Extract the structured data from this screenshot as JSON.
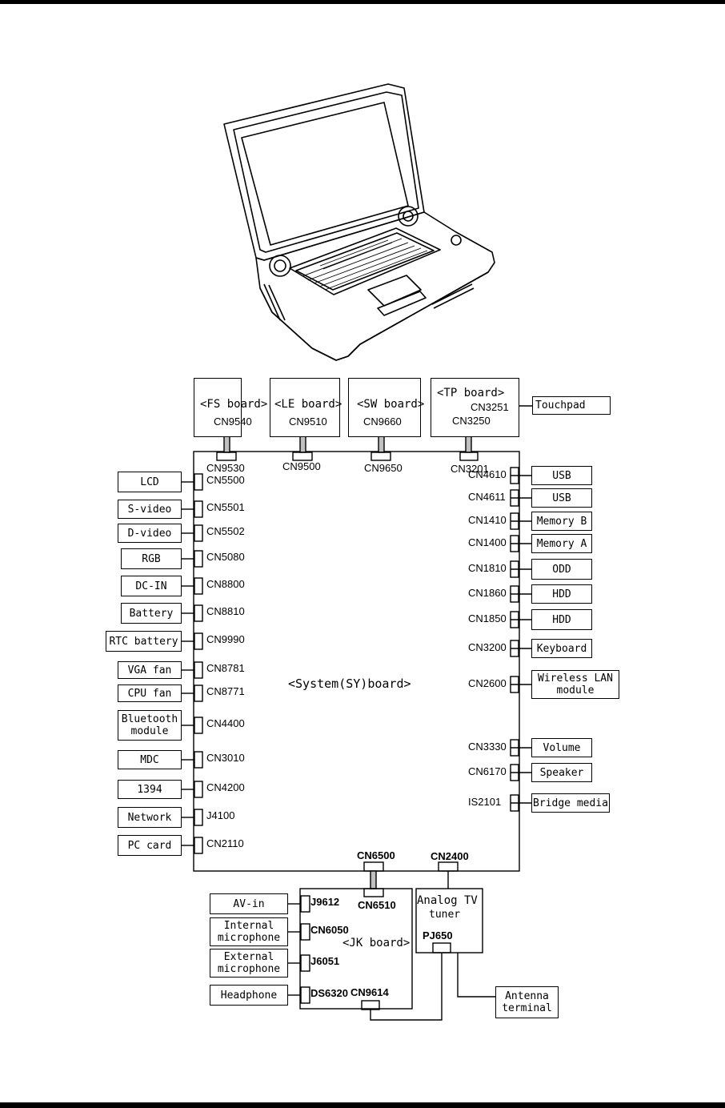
{
  "laptop_illustration": "laptop-icon",
  "boards": {
    "fs": {
      "title": "<FS board>",
      "connector": "CN9540",
      "mate": "CN9530"
    },
    "le": {
      "title": "<LE board>",
      "connector": "CN9510",
      "mate": "CN9500"
    },
    "sw": {
      "title": "<SW board>",
      "connector": "CN9660",
      "mate": "CN9650"
    },
    "tp": {
      "title": "<TP board>",
      "connector_touchpad": "CN3251",
      "connector": "CN3250",
      "mate": "CN3201"
    },
    "system": {
      "title": "<System(SY)board>"
    },
    "jk": {
      "title": "<JK board>",
      "connector": "CN6510",
      "mate": "CN6500"
    },
    "tv": {
      "title_line1": "Analog TV",
      "title_line2": "tuner",
      "connector": "PJ650",
      "mate": "CN2400"
    }
  },
  "touchpad": {
    "device": "Touchpad"
  },
  "left_devices": [
    {
      "device": "LCD",
      "connector": "CN5500"
    },
    {
      "device": "S-video",
      "connector": "CN5501"
    },
    {
      "device": "D-video",
      "connector": "CN5502"
    },
    {
      "device": "RGB",
      "connector": "CN5080"
    },
    {
      "device": "DC-IN",
      "connector": "CN8800"
    },
    {
      "device": "Battery",
      "connector": "CN8810"
    },
    {
      "device": "RTC battery",
      "connector": "CN9990"
    },
    {
      "device": "VGA fan",
      "connector": "CN8781"
    },
    {
      "device": "CPU fan",
      "connector": "CN8771"
    },
    {
      "device": "Bluetooth\nmodule",
      "connector": "CN4400"
    },
    {
      "device": "MDC",
      "connector": "CN3010"
    },
    {
      "device": "1394",
      "connector": "CN4200"
    },
    {
      "device": "Network",
      "connector": "J4100"
    },
    {
      "device": "PC card",
      "connector": "CN2110"
    }
  ],
  "right_devices": [
    {
      "device": "USB",
      "connector": "CN4610"
    },
    {
      "device": "USB",
      "connector": "CN4611"
    },
    {
      "device": "Memory B",
      "connector": "CN1410"
    },
    {
      "device": "Memory A",
      "connector": "CN1400"
    },
    {
      "device": "ODD",
      "connector": "CN1810"
    },
    {
      "device": "HDD",
      "connector": "CN1860"
    },
    {
      "device": "HDD",
      "connector": "CN1850"
    },
    {
      "device": "Keyboard",
      "connector": "CN3200"
    },
    {
      "device": "Wireless LAN\nmodule",
      "connector": "CN2600"
    },
    {
      "device": "Volume",
      "connector": "CN3330"
    },
    {
      "device": "Speaker",
      "connector": "CN6170"
    },
    {
      "device": "Bridge media",
      "connector": "IS2101"
    }
  ],
  "jk_devices": [
    {
      "device": "AV-in",
      "connector": "J9612"
    },
    {
      "device": "Internal\nmicrophone",
      "connector": "CN6050"
    },
    {
      "device": "External\nmicrophone",
      "connector": "J6051"
    },
    {
      "device": "Headphone",
      "connector": "DS6320"
    }
  ],
  "jk_extra_connector": "CN9614",
  "antenna": {
    "device": "Antenna\nterminal"
  }
}
